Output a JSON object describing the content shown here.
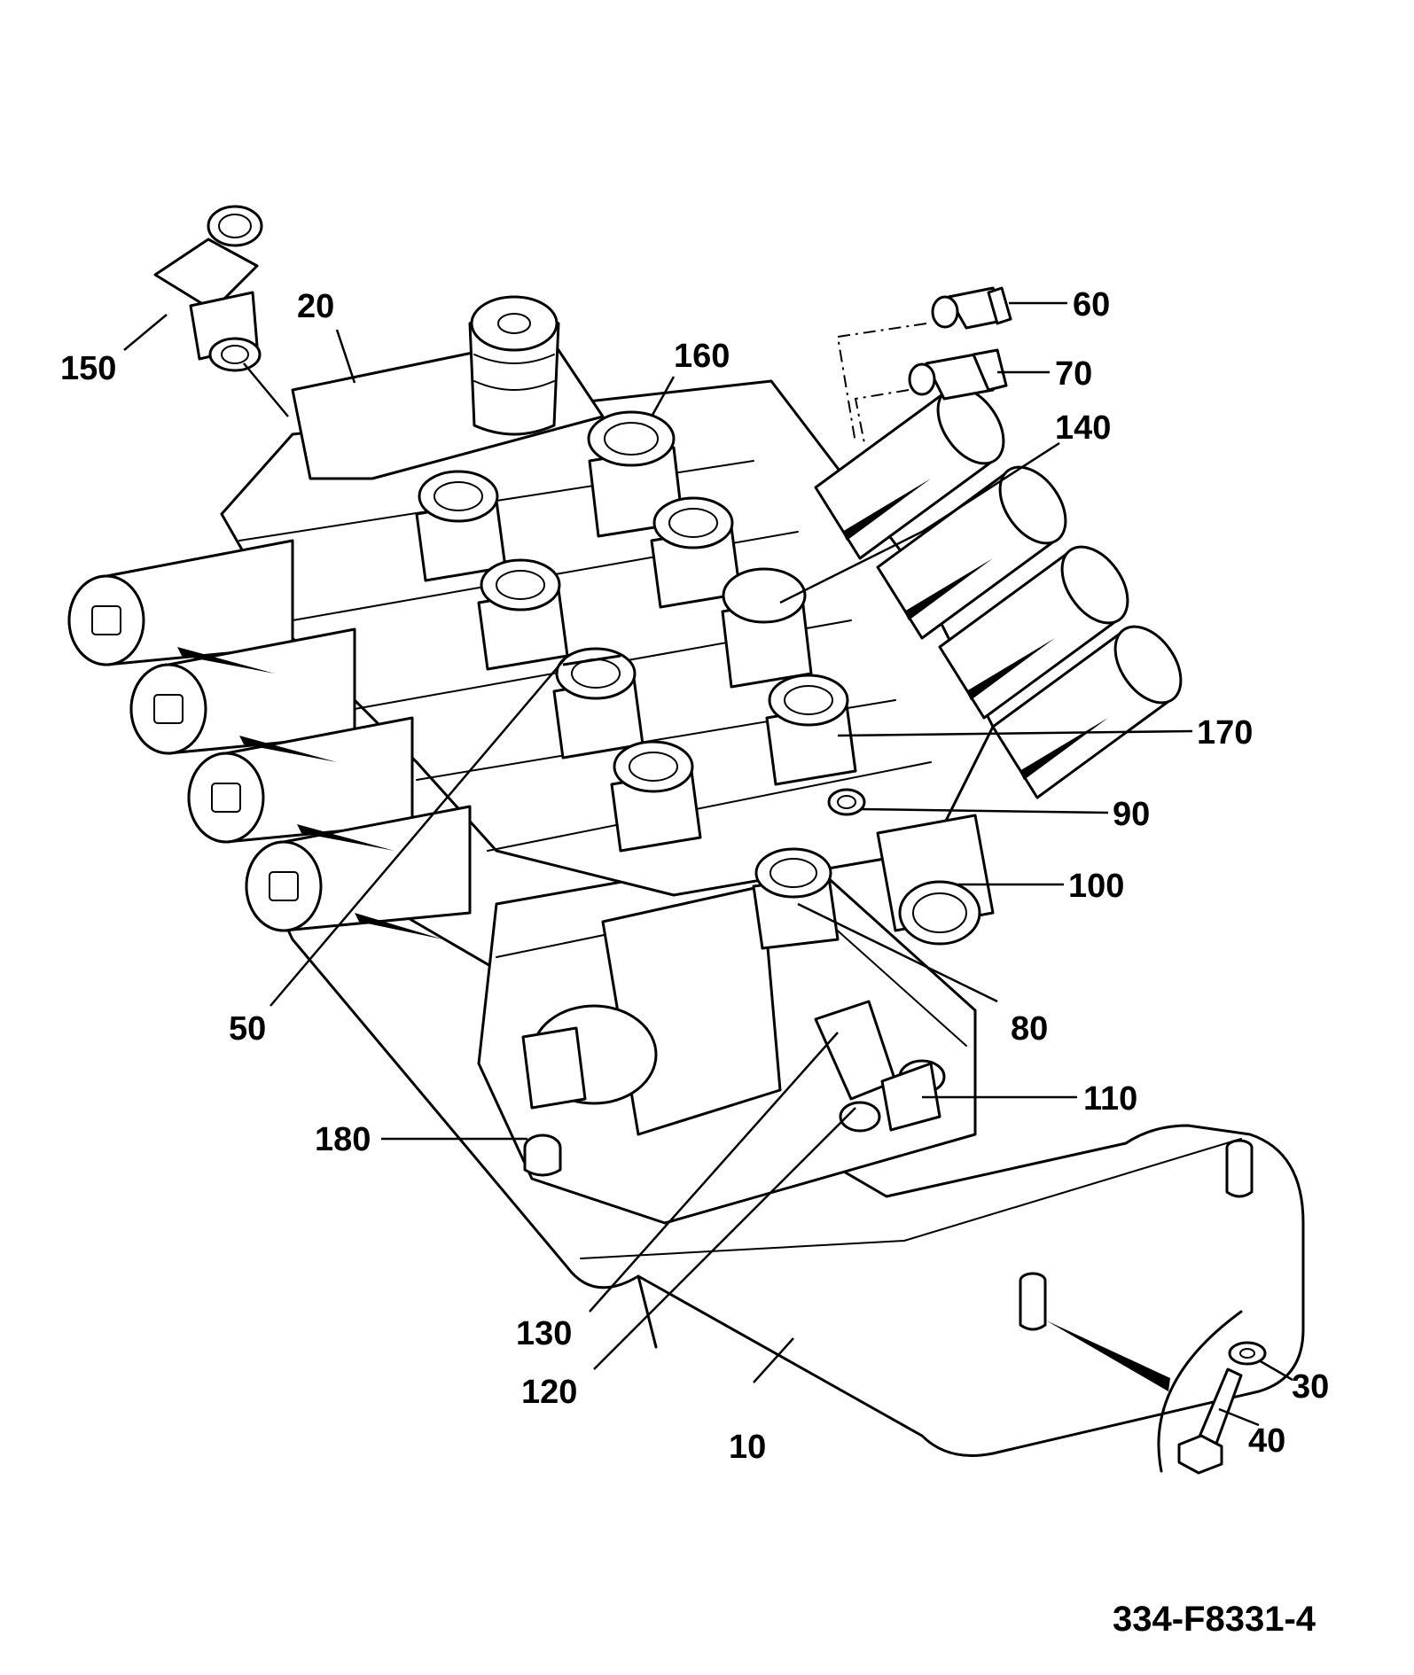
{
  "figure_id": "334-F8331-4",
  "callouts": [
    {
      "id": "c10",
      "label": "10"
    },
    {
      "id": "c20",
      "label": "20"
    },
    {
      "id": "c30",
      "label": "30"
    },
    {
      "id": "c40",
      "label": "40"
    },
    {
      "id": "c50",
      "label": "50"
    },
    {
      "id": "c60",
      "label": "60"
    },
    {
      "id": "c70",
      "label": "70"
    },
    {
      "id": "c80",
      "label": "80"
    },
    {
      "id": "c90",
      "label": "90"
    },
    {
      "id": "c100",
      "label": "100"
    },
    {
      "id": "c110",
      "label": "110"
    },
    {
      "id": "c120",
      "label": "120"
    },
    {
      "id": "c130",
      "label": "130"
    },
    {
      "id": "c140",
      "label": "140"
    },
    {
      "id": "c150",
      "label": "150"
    },
    {
      "id": "c160",
      "label": "160"
    },
    {
      "id": "c170",
      "label": "170"
    },
    {
      "id": "c180",
      "label": "180"
    }
  ]
}
